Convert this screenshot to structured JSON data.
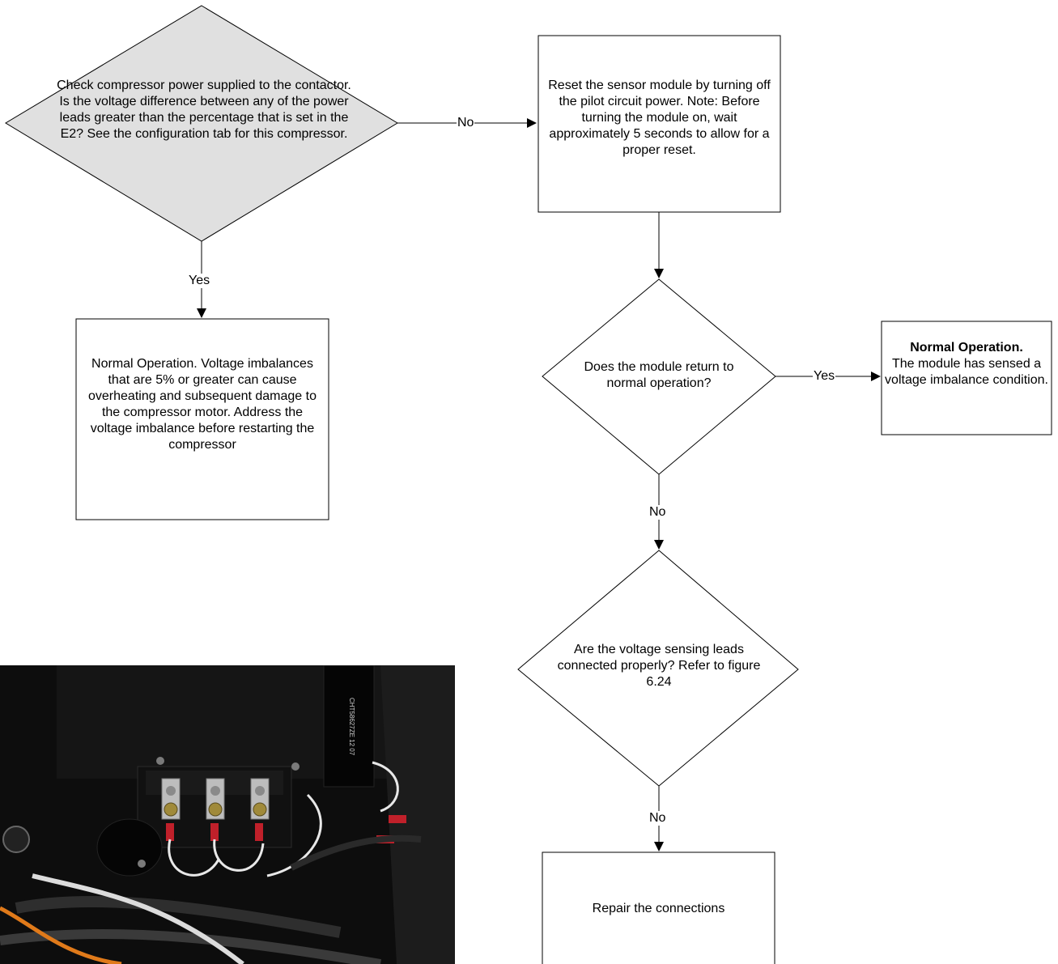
{
  "nodes": {
    "d1": {
      "text": "Check compressor power supplied to the contactor.  Is the voltage difference between any of the power leads greater than the percentage that is set in the E2? See the configuration tab for this compressor."
    },
    "b1": {
      "text": "Normal Operation.  Voltage imbalances that are 5% or greater can cause overheating and subsequent damage to the compressor motor.  Address the voltage imbalance before restarting the compressor"
    },
    "b2": {
      "text": "Reset the sensor module by turning off the pilot circuit power. Note:  Before turning the module on, wait approximately 5 seconds to allow for a proper reset."
    },
    "d2": {
      "text": "Does the module return to normal operation?"
    },
    "b3": {
      "title": "Normal Operation.",
      "text": "The module has sensed a voltage imbalance condition."
    },
    "d3": {
      "text": "Are the voltage sensing leads connected properly?  Refer to figure 6.24"
    },
    "b4": {
      "text": "Repair the connections"
    }
  },
  "edges": {
    "d1_b2": "No",
    "d1_b1": "Yes",
    "d2_b3": "Yes",
    "d2_d3": "No",
    "d3_b4": "No"
  },
  "photo": {
    "ct_label": "CHT58627ZE 12 07"
  },
  "colors": {
    "diamond_fill": "#e0e0e0",
    "line": "#000000",
    "photo_bg": "#0d0d0d"
  }
}
